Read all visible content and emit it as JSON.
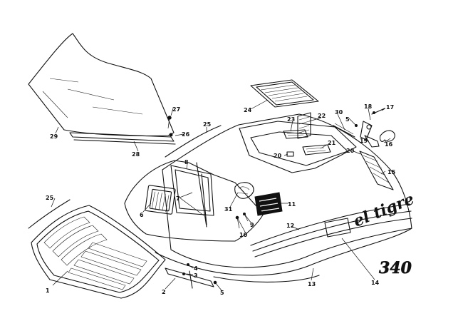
{
  "decals": {
    "model_script": "el tigre",
    "model_number": "340"
  },
  "callouts": [
    {
      "id": "c1",
      "text": "1"
    },
    {
      "id": "c2",
      "text": "2"
    },
    {
      "id": "c3",
      "text": "3"
    },
    {
      "id": "c4",
      "text": "4"
    },
    {
      "id": "c5a",
      "text": "5"
    },
    {
      "id": "c5b",
      "text": "5"
    },
    {
      "id": "c6",
      "text": "6"
    },
    {
      "id": "c7",
      "text": "7"
    },
    {
      "id": "c8",
      "text": "8"
    },
    {
      "id": "c9",
      "text": "9"
    },
    {
      "id": "c10",
      "text": "10"
    },
    {
      "id": "c11",
      "text": "11"
    },
    {
      "id": "c12",
      "text": "12"
    },
    {
      "id": "c13",
      "text": "13"
    },
    {
      "id": "c14",
      "text": "14"
    },
    {
      "id": "c15",
      "text": "15"
    },
    {
      "id": "c16",
      "text": "16"
    },
    {
      "id": "c17",
      "text": "17"
    },
    {
      "id": "c18",
      "text": "18"
    },
    {
      "id": "c19",
      "text": "19"
    },
    {
      "id": "c20a",
      "text": "20"
    },
    {
      "id": "c20b",
      "text": "20"
    },
    {
      "id": "c21",
      "text": "21"
    },
    {
      "id": "c22",
      "text": "22"
    },
    {
      "id": "c23",
      "text": "23"
    },
    {
      "id": "c24",
      "text": "24"
    },
    {
      "id": "c25a",
      "text": "25"
    },
    {
      "id": "c25b",
      "text": "25"
    },
    {
      "id": "c26",
      "text": "26"
    },
    {
      "id": "c27",
      "text": "27"
    },
    {
      "id": "c28",
      "text": "28"
    },
    {
      "id": "c29",
      "text": "29"
    },
    {
      "id": "c30",
      "text": "30"
    },
    {
      "id": "c31",
      "text": "31"
    }
  ]
}
